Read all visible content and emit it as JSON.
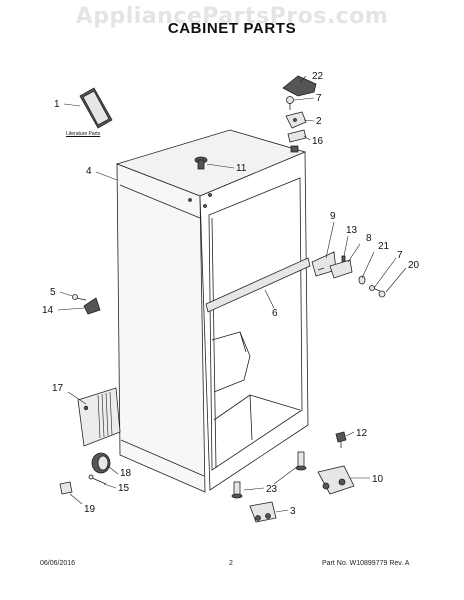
{
  "watermark": "AppliancePartsPros.com",
  "title": "CABINET PARTS",
  "literature_label": "Literature Parts",
  "callouts": [
    "1",
    "2",
    "3",
    "4",
    "5",
    "6",
    "7",
    "7",
    "8",
    "9",
    "10",
    "11",
    "12",
    "13",
    "14",
    "15",
    "16",
    "17",
    "18",
    "19",
    "20",
    "21",
    "22",
    "23"
  ],
  "footer": {
    "date": "06/06/2016",
    "page": "2",
    "part_no": "Part No. W10899779  Rev. A"
  }
}
